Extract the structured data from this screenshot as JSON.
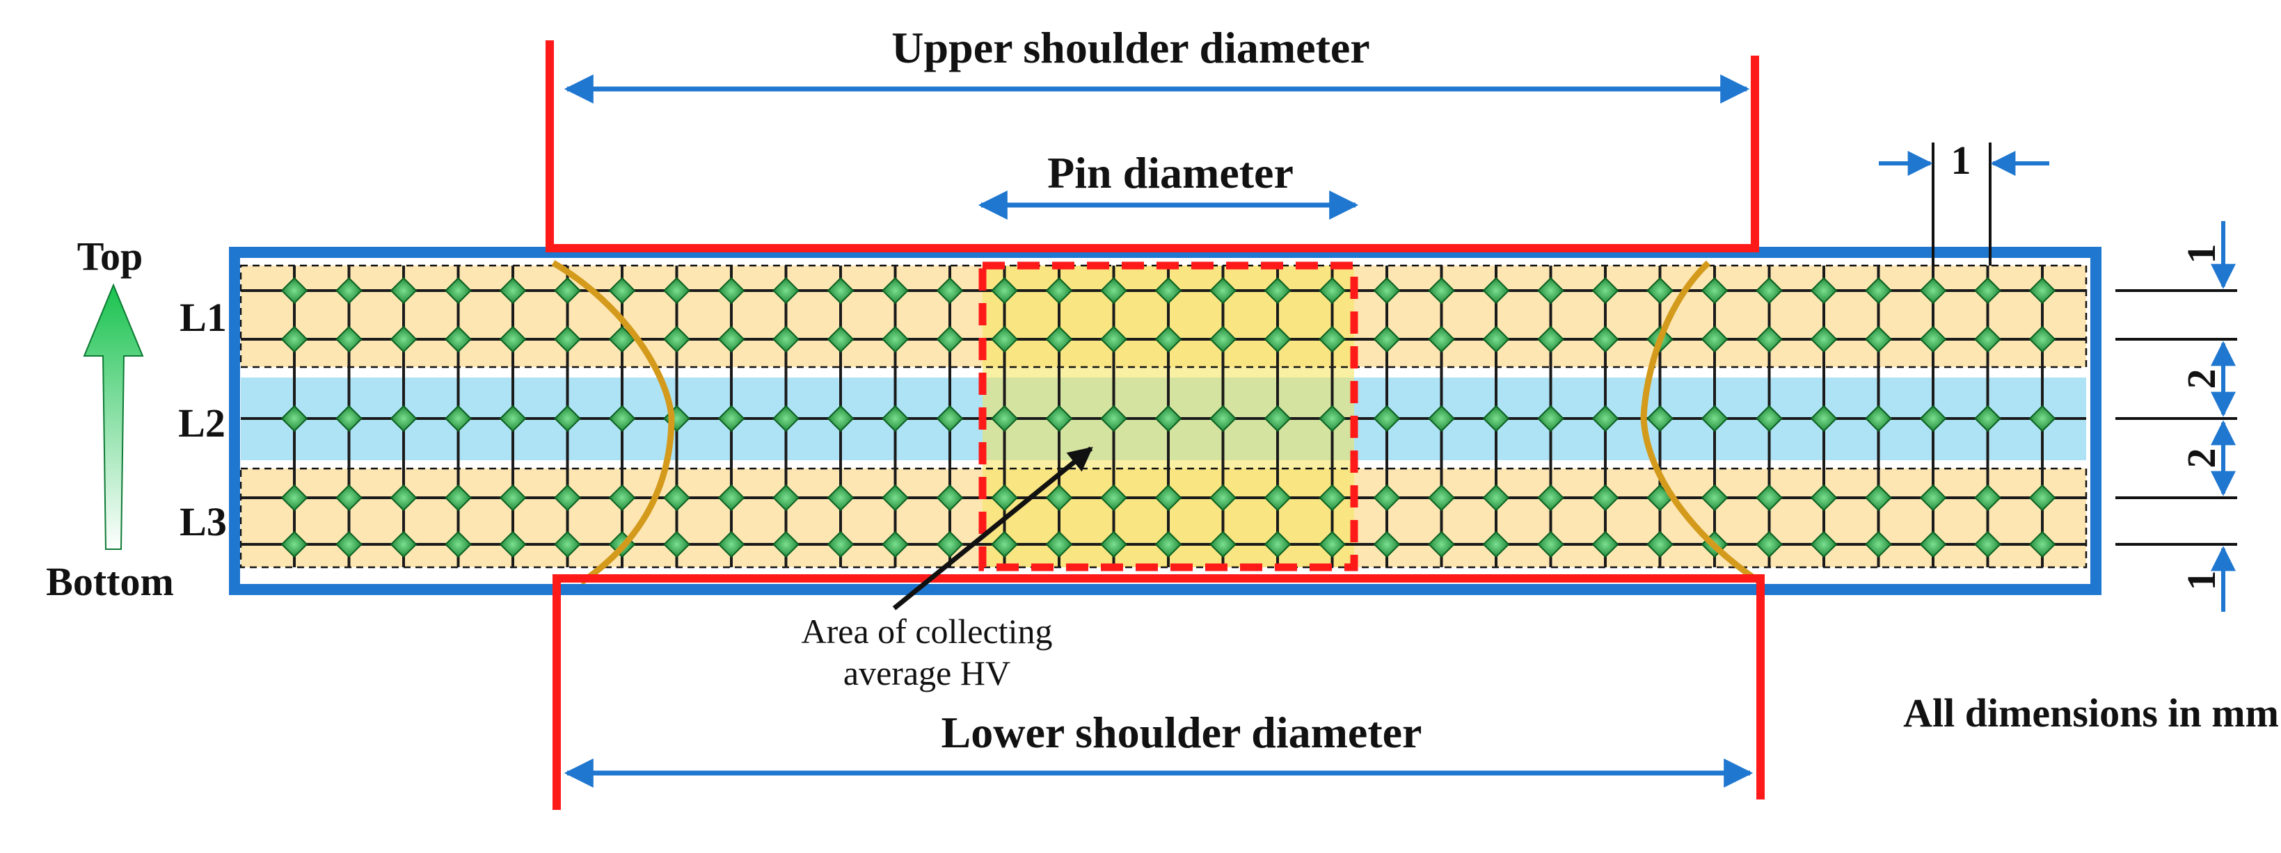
{
  "labels": {
    "upper_shoulder": "Upper shoulder diameter",
    "pin": "Pin diameter",
    "lower_shoulder": "Lower shoulder diameter",
    "top": "Top",
    "bottom": "Bottom",
    "l1": "L1",
    "l2": "L2",
    "l3": "L3",
    "area_line1": "Area of collecting",
    "area_line2": "average HV",
    "units_note": "All dimensions in mm"
  },
  "dimensions": {
    "indent_spacing": "1",
    "top_margin": "1",
    "gap_upper": "2",
    "gap_lower": "2",
    "bottom_margin": "1"
  },
  "colors": {
    "plate_border": "#1f77d0",
    "tool_outline": "#ff1a1a",
    "dimension_arrow": "#1f77d0",
    "indent_marker": "#1e9e3c",
    "grid_line": "#1a1a1a",
    "layer_band_outer": "#fde6b2",
    "layer_band_middle": "#aee3f5",
    "stir_zone": "#f5e35a",
    "zone_boundary": "#d39a1c",
    "direction_arrow": "#18b04a"
  },
  "icons": {
    "indent": "diamond-indent-icon",
    "direction": "up-arrow-icon"
  }
}
